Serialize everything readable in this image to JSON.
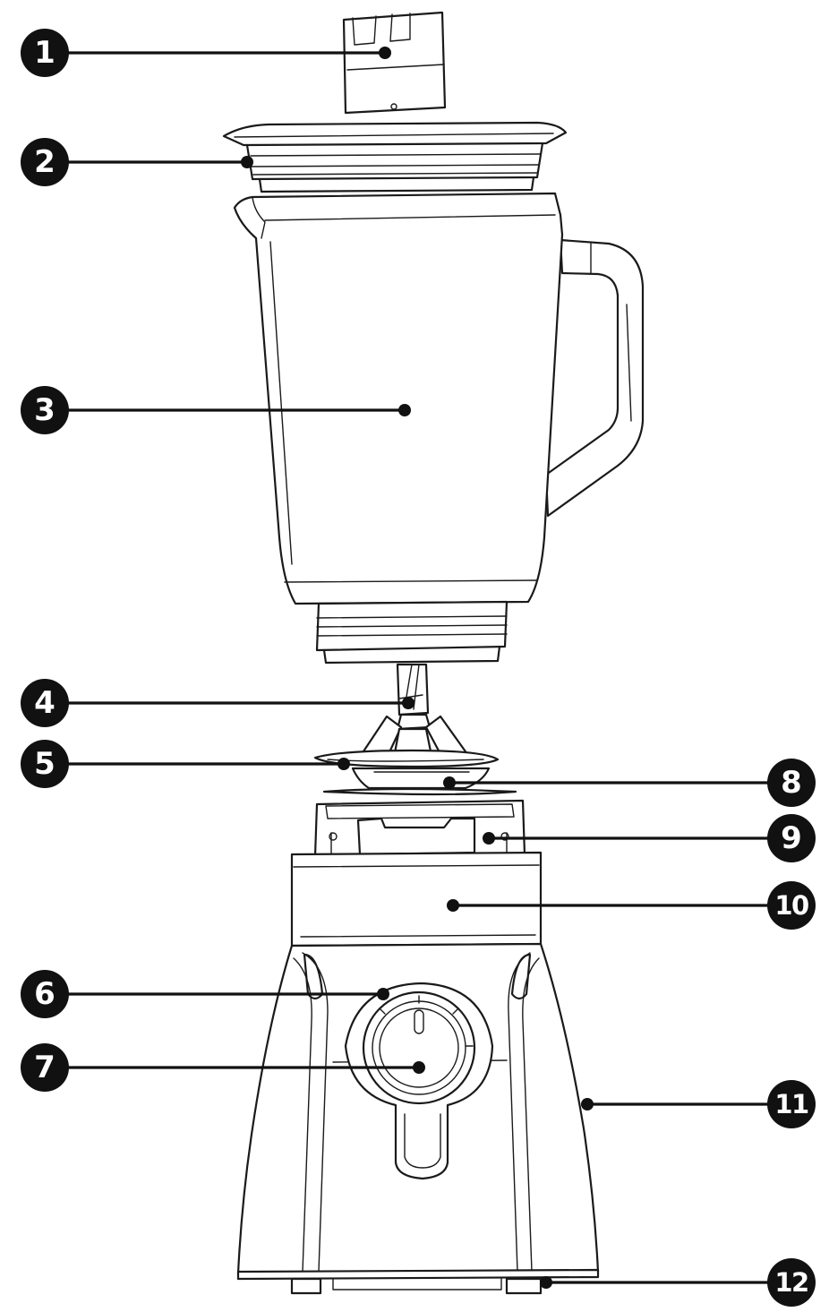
{
  "callouts": [
    {
      "id": "1",
      "label": "1"
    },
    {
      "id": "2",
      "label": "2"
    },
    {
      "id": "3",
      "label": "3"
    },
    {
      "id": "4",
      "label": "4"
    },
    {
      "id": "5",
      "label": "5"
    },
    {
      "id": "6",
      "label": "6"
    },
    {
      "id": "7",
      "label": "7"
    },
    {
      "id": "8",
      "label": "8"
    },
    {
      "id": "9",
      "label": "9"
    },
    {
      "id": "10",
      "label": "10"
    },
    {
      "id": "11",
      "label": "11"
    },
    {
      "id": "12",
      "label": "12"
    }
  ],
  "colors": {
    "line": "#1a1a1a",
    "badge": "#111111",
    "badge_text": "#ffffff",
    "background": "#ffffff"
  }
}
